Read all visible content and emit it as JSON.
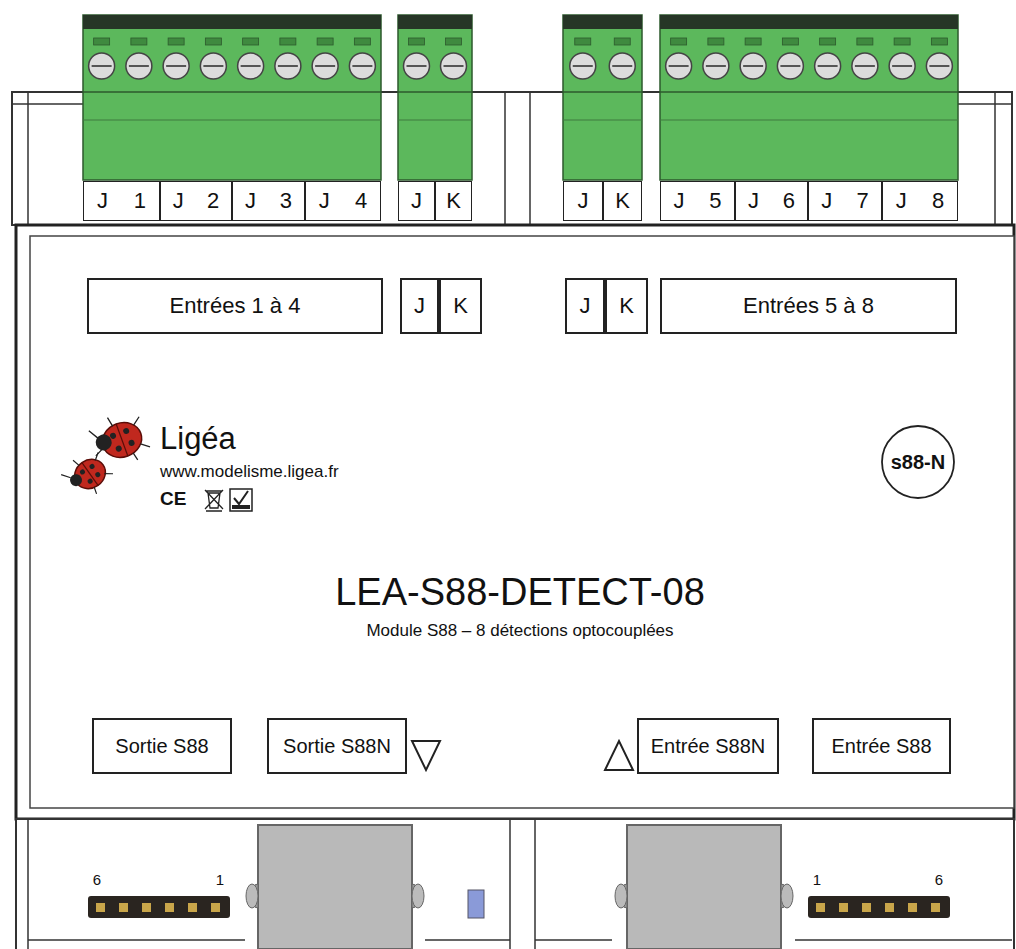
{
  "diagram": {
    "title": "LEA-S88-DETECT-08",
    "nodes": [
      {
        "text": [
          "J",
          "1"
        ]
      },
      {
        "text": [
          "J",
          "2"
        ]
      },
      {
        "text": [
          "J",
          "3"
        ]
      },
      {
        "text": [
          "J",
          "4"
        ]
      },
      {
        "text": [
          "J"
        ]
      },
      {
        "text": [
          "K"
        ]
      },
      {
        "text": [
          "J"
        ]
      },
      {
        "text": [
          "K"
        ]
      },
      {
        "text": [
          "J",
          "5"
        ]
      },
      {
        "text": [
          "J",
          "6"
        ]
      },
      {
        "text": [
          "J",
          "7"
        ]
      },
      {
        "text": [
          "J",
          "8"
        ]
      },
      {
        "text": [
          "Entrées 1 à 4"
        ]
      },
      {
        "text": [
          "J"
        ]
      },
      {
        "text": [
          "K"
        ]
      },
      {
        "text": [
          "J"
        ]
      },
      {
        "text": [
          "K"
        ]
      },
      {
        "text": [
          "Entrées 5 à 8"
        ]
      },
      {
        "text": [
          "s88-N"
        ]
      },
      {
        "text": [
          "Sortie S88"
        ]
      },
      {
        "text": [
          "Sortie S88N"
        ]
      },
      {
        "text": [
          "Entrée S88N"
        ]
      },
      {
        "text": [
          "Entrée S88"
        ]
      }
    ],
    "labels": [
      "Ligéa",
      "www.modelisme.ligea.fr",
      "CE",
      "Module S88 – 8 détections optocouplées",
      "6",
      "1",
      "1",
      "6"
    ]
  }
}
